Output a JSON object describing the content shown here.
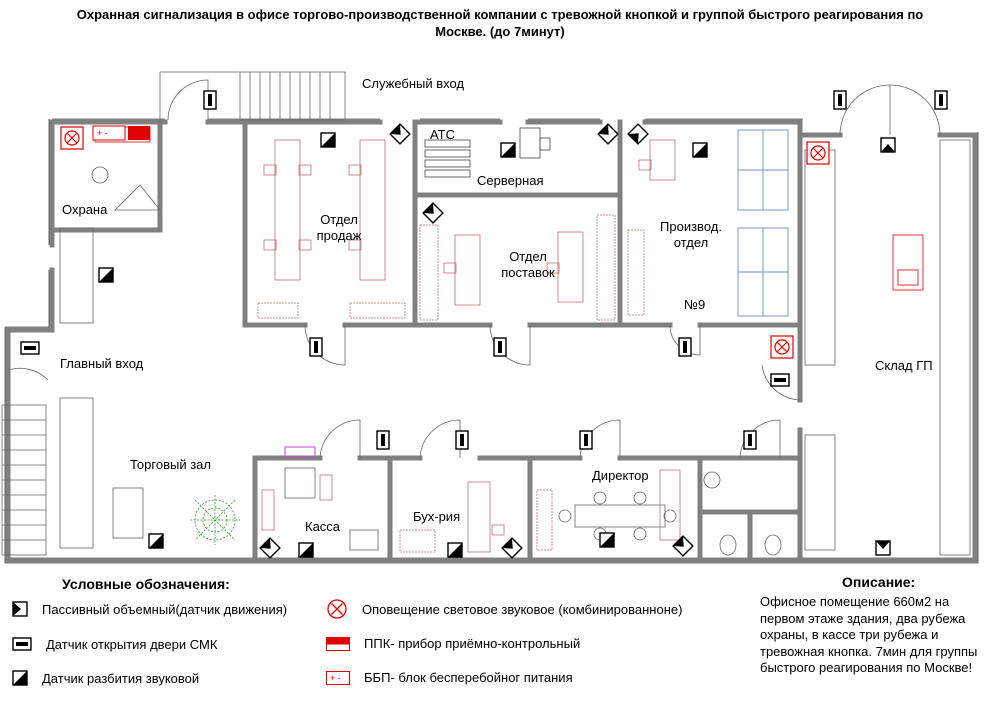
{
  "title": "Охранная сигнализация в  офисе торгово-производственной компании  с тревожной кнопкой и группой быстрого реагирования по Москве. (до 7минут)",
  "rooms": {
    "service_entrance": "Служебный вход",
    "atc": "АТС",
    "server": "Серверная",
    "sales": "Отдел продаж",
    "supply": "Отдел поставок",
    "production": "Производ. отдел",
    "room_no": "№9",
    "guard": "Охрана",
    "main_entrance": "Главный вход",
    "warehouse": "Склад ГП",
    "trade_hall": "Торговый зал",
    "cashier": "Касса",
    "accounting": "Бух-рия",
    "director": "Директор"
  },
  "legend": {
    "title": "Условные обозначения:",
    "items": [
      {
        "icon": "motion-sensor-icon",
        "label": "Пассивный объемный(датчик движения)"
      },
      {
        "icon": "door-sensor-icon",
        "label": "Датчик открытия двери СМК"
      },
      {
        "icon": "glass-break-sensor-icon",
        "label": "Датчик разбития звуковой"
      },
      {
        "icon": "siren-icon",
        "label": "Оповещение световое звуковое (комбинированноне)"
      },
      {
        "icon": "control-panel-icon",
        "label": "ППК- прибор приёмно-контрольный"
      },
      {
        "icon": "ups-icon",
        "label": "ББП- блок бесперебойног питания"
      }
    ]
  },
  "description": {
    "title": "Описание:",
    "text": "Офисное помещение 660м2 на первом этаже здания, два рубежа охраны, в кассе три рубежа и тревожная кнопка. 7мин для группы быстрого реагирования по Москве!"
  },
  "colors": {
    "wall": "#808080",
    "furniture": "#c07070",
    "red": "#e00000",
    "rack": "#7090c0",
    "plant": "#339933",
    "mag": "#cc44cc"
  }
}
